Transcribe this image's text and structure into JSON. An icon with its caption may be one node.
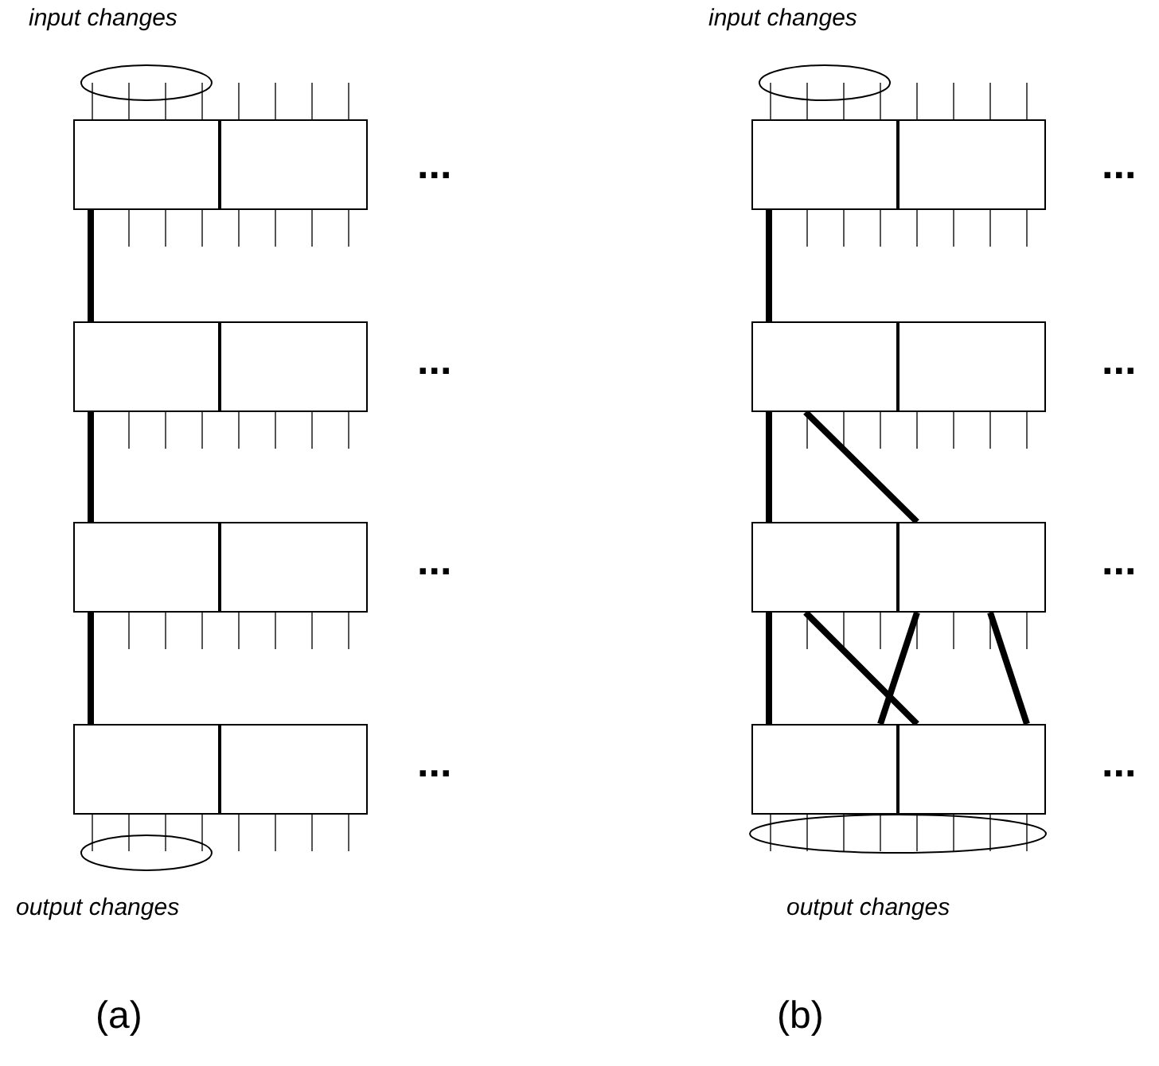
{
  "diagram": {
    "nodes": [
      {
        "text": [],
        "shape": "box"
      },
      {
        "text": [],
        "shape": "box"
      },
      {
        "text": [],
        "shape": "box"
      },
      {
        "text": [],
        "shape": "box"
      },
      {
        "text": [],
        "shape": "box"
      },
      {
        "text": [],
        "shape": "box"
      },
      {
        "text": [],
        "shape": "box"
      },
      {
        "text": [],
        "shape": "box"
      },
      {
        "text": [],
        "shape": "box"
      },
      {
        "text": [],
        "shape": "box"
      },
      {
        "text": [],
        "shape": "box"
      },
      {
        "text": [],
        "shape": "box"
      },
      {
        "text": [],
        "shape": "box"
      },
      {
        "text": [],
        "shape": "box"
      },
      {
        "text": [],
        "shape": "box"
      },
      {
        "text": [],
        "shape": "box"
      }
    ],
    "edges": [
      {
        "from": 0,
        "to": 2,
        "arrow": "none"
      },
      {
        "from": 2,
        "to": 4,
        "arrow": "none"
      },
      {
        "from": 4,
        "to": 6,
        "arrow": "none"
      },
      {
        "from": 8,
        "to": 10,
        "arrow": "none"
      },
      {
        "from": 10,
        "to": 12,
        "arrow": "none"
      },
      {
        "from": 10,
        "to": 13,
        "arrow": "none"
      },
      {
        "from": 12,
        "to": 14,
        "arrow": "none"
      },
      {
        "from": 12,
        "to": 15,
        "arrow": "none"
      },
      {
        "from": 13,
        "to": 14,
        "arrow": "none"
      },
      {
        "from": 13,
        "to": 15,
        "arrow": "none"
      }
    ],
    "labels": [
      "input changes",
      "input changes",
      "...",
      "...",
      "...",
      "...",
      "...",
      "...",
      "...",
      "...",
      "output changes",
      "output changes",
      "(a)",
      "(b)"
    ]
  }
}
